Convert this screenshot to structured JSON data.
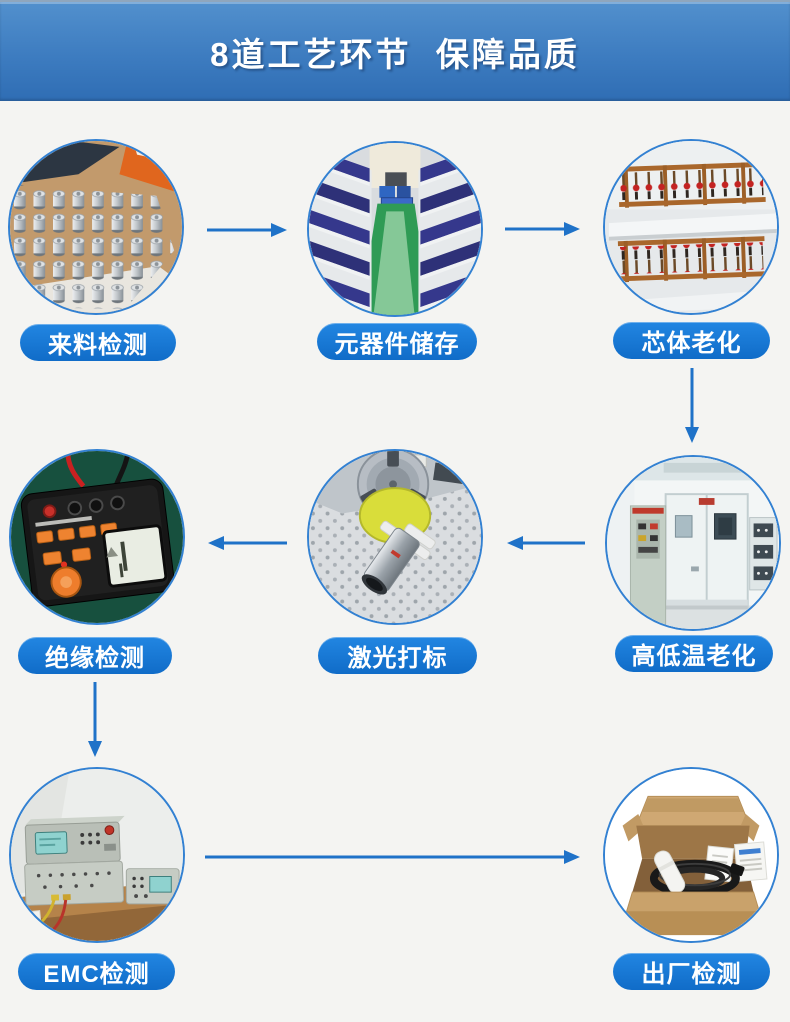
{
  "banner": {
    "title": "8道工艺环节  保障品质"
  },
  "colors": {
    "background": "#f4f4f2",
    "banner_top": "#5290cd",
    "banner_bottom": "#2f6db4",
    "accent": "#1f72c8",
    "pill_top": "#2286e2",
    "pill_bottom": "#106cc8",
    "text": "#ffffff"
  },
  "steps": [
    {
      "label": "来料检测",
      "photo": "metal-parts-incoming-inspection",
      "row": 1,
      "column": "left"
    },
    {
      "label": "元器件储存",
      "photo": "component-storage-warehouse",
      "row": 1,
      "column": "middle"
    },
    {
      "label": "芯体老化",
      "photo": "core-aging-racks",
      "row": 1,
      "column": "right"
    },
    {
      "label": "高低温老化",
      "photo": "temperature-aging-chamber",
      "row": 2,
      "column": "right"
    },
    {
      "label": "激光打标",
      "photo": "laser-marking-machine",
      "row": 2,
      "column": "middle"
    },
    {
      "label": "绝缘检测",
      "photo": "insulation-tester",
      "row": 2,
      "column": "left"
    },
    {
      "label": "EMC检测",
      "photo": "emc-test-equipment",
      "row": 3,
      "column": "left"
    },
    {
      "label": "出厂检测",
      "photo": "packaged-product-box",
      "row": 3,
      "column": "right"
    }
  ],
  "flow": {
    "order": [
      "来料检测",
      "元器件储存",
      "芯体老化",
      "高低温老化",
      "激光打标",
      "绝缘检测",
      "EMC检测",
      "出厂检测"
    ],
    "arrow_count": 7
  }
}
